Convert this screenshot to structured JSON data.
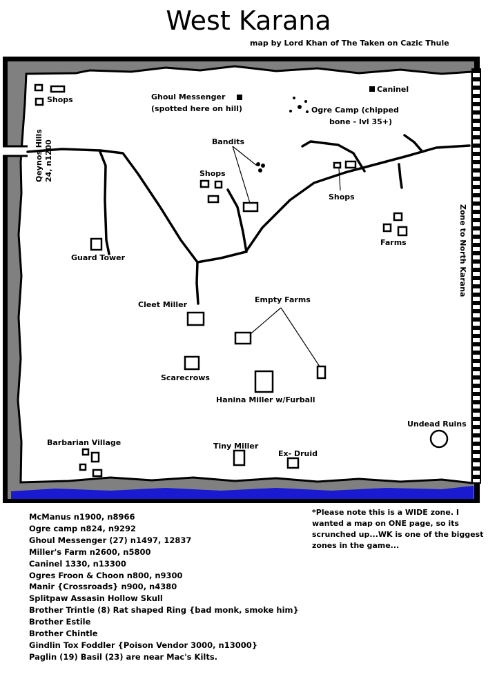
{
  "title": "West Karana",
  "credit": "map by Lord Khan of The Taken on Cazic Thule",
  "colors": {
    "border": "#808080",
    "frame": "#000000",
    "water": "#1a1ad0",
    "land": "#ffffff"
  },
  "labels": {
    "shops_nw": "Shops",
    "ghoul_line1": "Ghoul Messenger",
    "ghoul_line2": "(spotted here on hill)",
    "caninel": "Caninel",
    "ogre_line1": "Ogre Camp (chipped",
    "ogre_line2": "bone - lvl 35+)",
    "qeynos_line1": "Qeynos Hills",
    "qeynos_line2": "24, n1200",
    "bandits": "Bandits",
    "shops_center": "Shops",
    "shops_east": "Shops",
    "zone_north": "Zone to North Karana",
    "farms": "Farms",
    "guard_tower": "Guard Tower",
    "cleet_miller": "Cleet Miller",
    "empty_farms": "Empty Farms",
    "scarecrows": "Scarecrows",
    "hanina": "Hanina Miller w/Furball",
    "undead_ruins": "Undead Ruins",
    "barbarian": "Barbarian Village",
    "tiny_miller": "Tiny Miller",
    "ex_druid": "Ex- Druid"
  },
  "notes": [
    "McManus n1900, n8966",
    "Ogre camp n824, n9292",
    "Ghoul Messenger (27) n1497, 12837",
    "Miller's Farm n2600, n5800",
    "Caninel  1330, n13300",
    "Ogres Froon & Choon n800, n9300",
    "Manir {Crossroads} n900, n4380",
    "Splitpaw Assasin  Hollow Skull",
    "Brother Trintle (8)  Rat shaped Ring  {bad monk, smoke him}",
    "Brother Estile",
    "Brother Chintle",
    "Gindlin Tox Foddler  {Poison Vendor 3000, n13000}",
    "Paglin (19) Basil (23) are near Mac's Kilts."
  ],
  "disclaimer": "*Please note this is a WIDE zone.  I wanted a map on ONE page, so its scrunched up...WK is one of the biggest zones in the game..."
}
